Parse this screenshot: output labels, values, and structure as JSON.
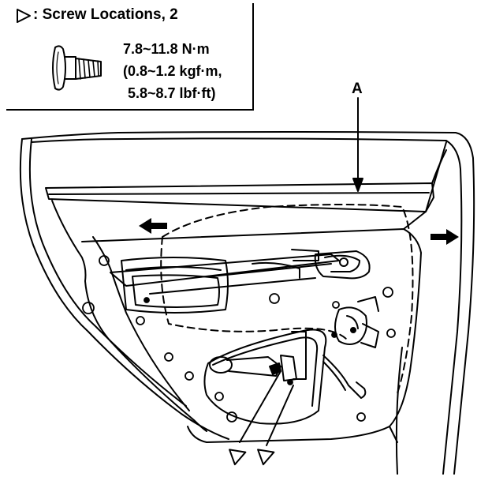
{
  "legend": {
    "title": ": Screw Locations, 2",
    "torque_nm": "7.8~11.8 N·m",
    "torque_kgf": "(0.8~1.2 kgf·m,",
    "torque_lbf": "5.8~8.7 lbf·ft)",
    "symbol_icon": "hollow-triangle-icon",
    "fastener_icon": "flange-screw-icon"
  },
  "callouts": {
    "part_a": "A"
  },
  "screw_markers": [
    {
      "icon": "hollow-triangle-icon"
    },
    {
      "icon": "hollow-triangle-icon"
    }
  ],
  "arrows": [
    {
      "icon": "forward-arrow-icon",
      "direction": "left"
    },
    {
      "icon": "forward-arrow-icon",
      "direction": "right"
    }
  ],
  "colors": {
    "ink": "#000000",
    "paper": "#ffffff"
  }
}
